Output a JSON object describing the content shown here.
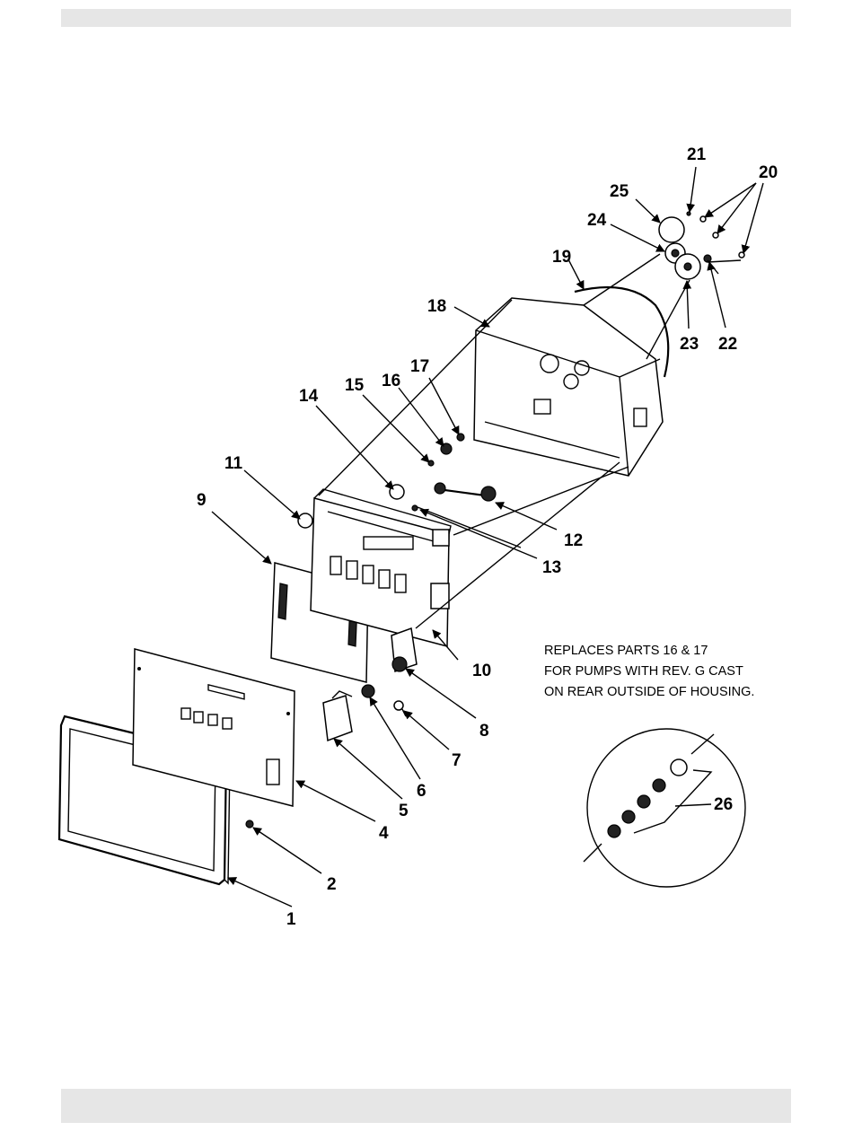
{
  "callouts": [
    "1",
    "2",
    "4",
    "5",
    "6",
    "7",
    "8",
    "9",
    "10",
    "11",
    "12",
    "13",
    "14",
    "15",
    "16",
    "17",
    "18",
    "19",
    "20",
    "21",
    "22",
    "23",
    "24",
    "25",
    "26"
  ],
  "note": {
    "line1": "REPLACES PARTS 16 & 17",
    "line2": "FOR PUMPS WITH REV. G CAST",
    "line3": "ON REAR OUTSIDE OF HOUSING."
  },
  "colors": {
    "band": "#e6e6e6",
    "ink": "#000000"
  }
}
